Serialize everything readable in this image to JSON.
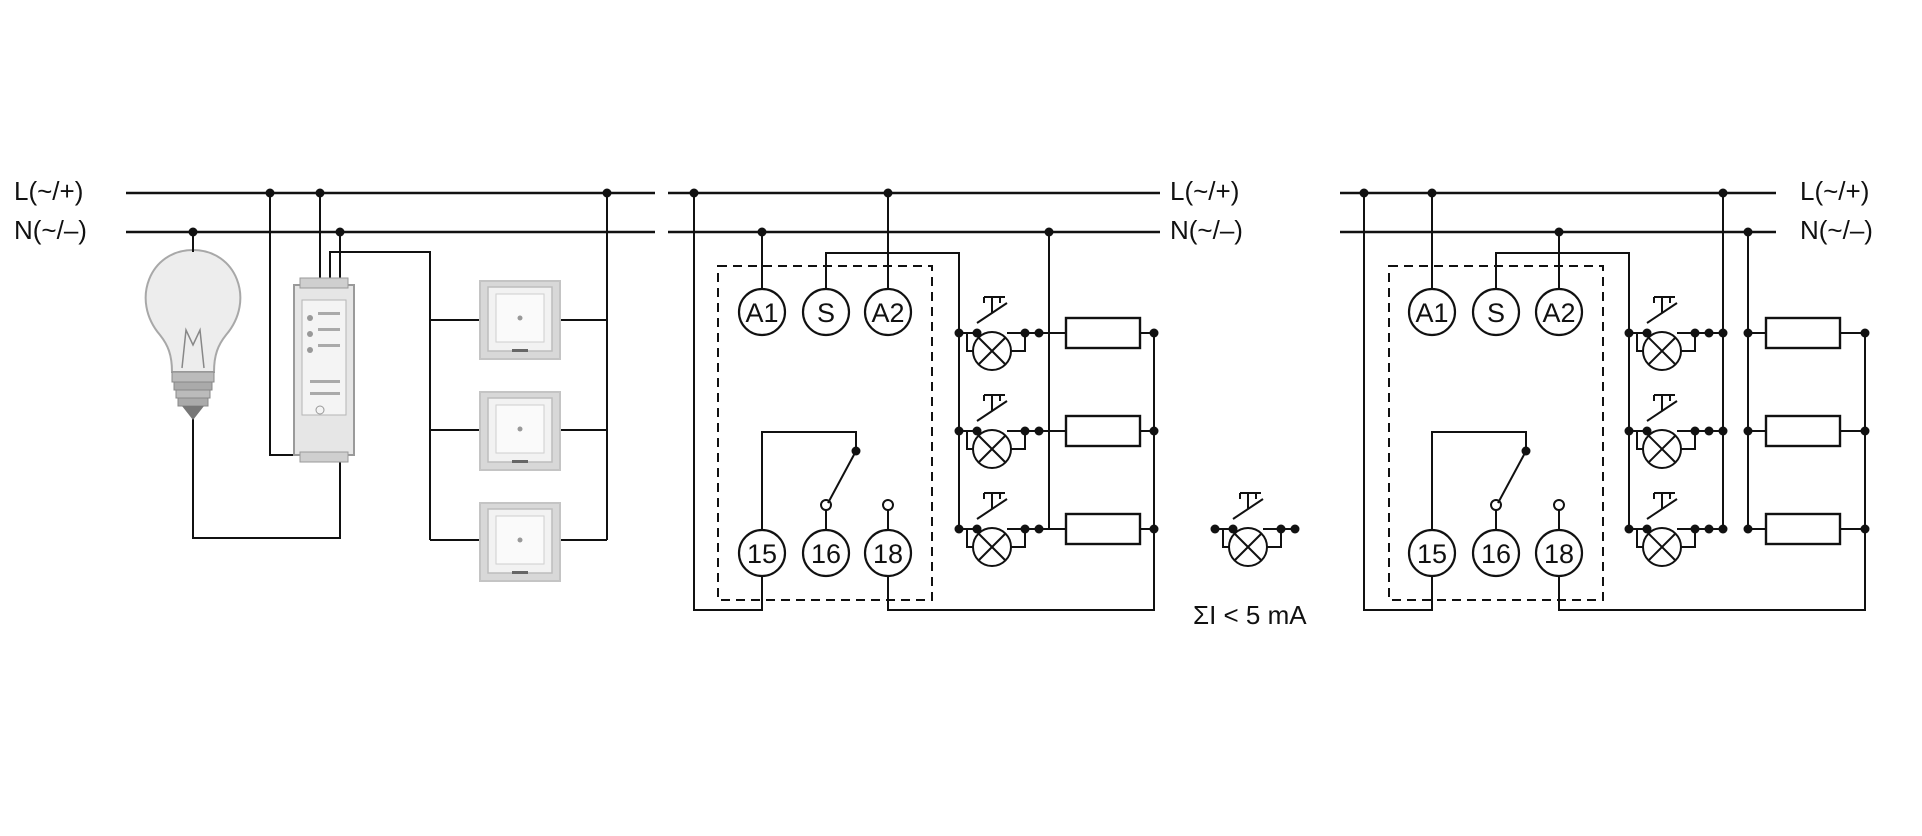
{
  "rails": {
    "line_label": "L(~/+)",
    "neutral_label": "N(~/–)"
  },
  "terminals": {
    "a1": "A1",
    "s": "S",
    "a2": "A2",
    "t15": "15",
    "t16": "16",
    "t18": "18"
  },
  "note": {
    "current": "ΣI < 5 mA"
  }
}
